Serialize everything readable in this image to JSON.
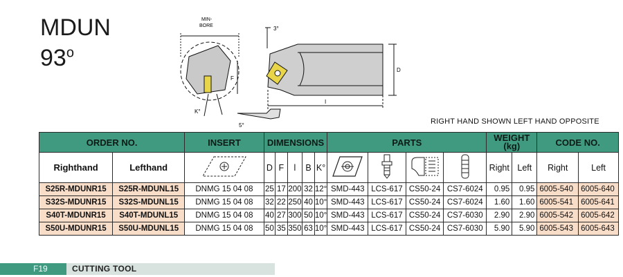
{
  "title": {
    "line1": "MDUN",
    "line2": "93",
    "degree": "o"
  },
  "drawing": {
    "min_label": "MIN-",
    "bore_label": "BORE",
    "angle_top": "3°",
    "dim_f": "F",
    "dim_d": "D",
    "dim_l": "I",
    "dim_k": "K°",
    "angle_bottom": "5°"
  },
  "note": "RIGHT HAND SHOWN LEFT HAND OPPOSITE",
  "table": {
    "headers": {
      "order_no": "ORDER NO.",
      "insert": "INSERT",
      "dimensions": "DIMENSIONS",
      "parts": "PARTS",
      "weight_line1": "WEIGHT",
      "weight_line2": "(kg)",
      "code_no": "CODE NO."
    },
    "subheaders": {
      "righthand": "Righthand",
      "lefthand": "Lefthand",
      "d": "D",
      "f": "F",
      "l": "l",
      "b": "B",
      "k": "K°",
      "weight_right": "Right",
      "weight_left": "Left",
      "code_right": "Right",
      "code_left": "Left"
    },
    "rows": [
      {
        "rh": "S25R-MDUNR15",
        "lh": "S25R-MDUNL15",
        "insert": "DNMG 15 04 08",
        "d": "25",
        "f": "17",
        "l": "200",
        "b": "32",
        "k": "12°",
        "p1": "SMD-443",
        "p2": "LCS-617",
        "p3": "CS50-24",
        "p4": "CS7-6024",
        "wr": "0.95",
        "wl": "0.95",
        "cr": "6005-540",
        "cl": "6005-640"
      },
      {
        "rh": "S32S-MDUNR15",
        "lh": "S32S-MDUNL15",
        "insert": "DNMG 15 04 08",
        "d": "32",
        "f": "22",
        "l": "250",
        "b": "40",
        "k": "10°",
        "p1": "SMD-443",
        "p2": "LCS-617",
        "p3": "CS50-24",
        "p4": "CS7-6024",
        "wr": "1.60",
        "wl": "1.60",
        "cr": "6005-541",
        "cl": "6005-641"
      },
      {
        "rh": "S40T-MDUNR15",
        "lh": "S40T-MDUNL15",
        "insert": "DNMG 15 04 08",
        "d": "40",
        "f": "27",
        "l": "300",
        "b": "50",
        "k": "10°",
        "p1": "SMD-443",
        "p2": "LCS-617",
        "p3": "CS50-24",
        "p4": "CS7-6030",
        "wr": "2.90",
        "wl": "2.90",
        "cr": "6005-542",
        "cl": "6005-642"
      },
      {
        "rh": "S50U-MDUNR15",
        "lh": "S50U-MDUNL15",
        "insert": "DNMG 15 04 08",
        "d": "50",
        "f": "35",
        "l": "350",
        "b": "63",
        "k": "10°",
        "p1": "SMD-443",
        "p2": "LCS-617",
        "p3": "CS50-24",
        "p4": "CS7-6030",
        "wr": "5.90",
        "wl": "5.90",
        "cr": "6005-543",
        "cl": "6005-643"
      }
    ]
  },
  "footer": {
    "page": "F19",
    "label": "CUTTING TOOL"
  },
  "colors": {
    "header_green": "#3f9a80",
    "code_peach": "#f8ddc9",
    "footer_light": "#d8e3df"
  }
}
